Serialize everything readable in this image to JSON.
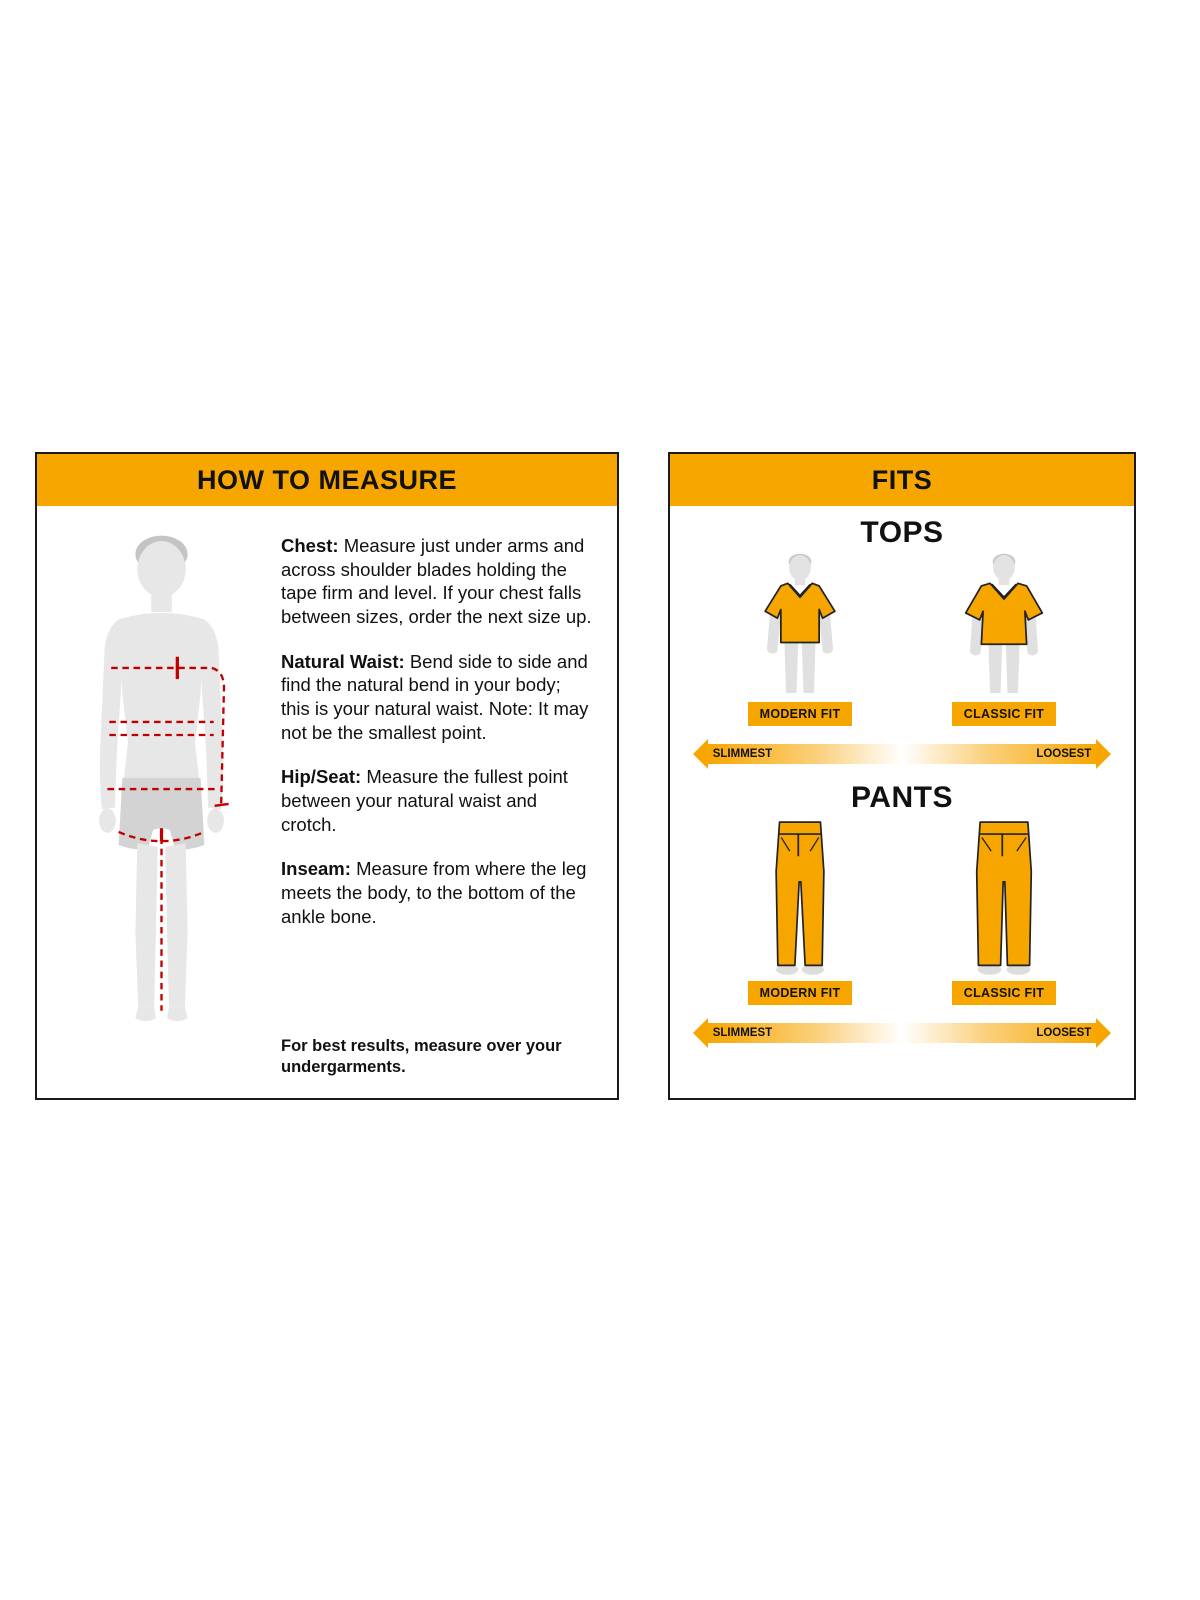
{
  "colors": {
    "accent": "#F7A600",
    "measure_line_red": "#C00000",
    "panel_border": "#1A1A1A",
    "silhouette_gray": "#E7E7E7",
    "shorts_gray": "#D3D3D3"
  },
  "how_to_measure": {
    "title": "HOW TO MEASURE",
    "sections": [
      {
        "label": "Chest:",
        "text": "Measure just under arms and across shoulder blades holding the tape firm and level. If your chest falls between sizes, order the next size up."
      },
      {
        "label": "Natural Waist:",
        "text": "Bend side to side and find the natural bend in your body; this is your natural waist. Note: It may not be the smallest point."
      },
      {
        "label": "Hip/Seat:",
        "text": "Measure the fullest point between your natural waist and crotch."
      },
      {
        "label": "Inseam:",
        "text": "Measure from where the leg meets the body, to the bottom of the ankle bone."
      }
    ],
    "footnote": "For best results, measure over your undergarments."
  },
  "fits": {
    "title": "FITS",
    "tops": {
      "heading": "TOPS",
      "fit_labels": [
        "MODERN FIT",
        "CLASSIC FIT"
      ],
      "scale": {
        "left": "SLIMMEST",
        "right": "LOOSEST"
      }
    },
    "pants": {
      "heading": "PANTS",
      "fit_labels": [
        "MODERN FIT",
        "CLASSIC FIT"
      ],
      "scale": {
        "left": "SLIMMEST",
        "right": "LOOSEST"
      }
    }
  }
}
